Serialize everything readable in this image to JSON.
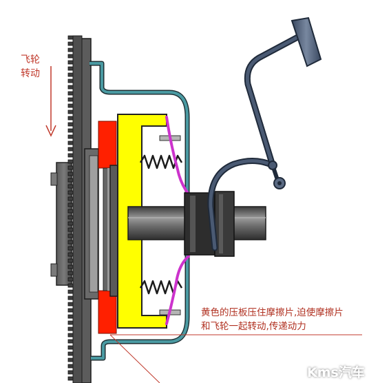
{
  "flywheel": {
    "label_line1": "飞轮",
    "label_line2": "转动"
  },
  "caption": {
    "line1": "黄色的压板压住摩擦片,迫使摩擦片",
    "line2": "和飞轮一起转动,传递动力"
  },
  "watermark": "Kms汽车",
  "colors": {
    "pressure_plate": "#ffff00",
    "friction_disc": "#ff2000",
    "housing": "#4a9aa2",
    "diaphragm": "#cc33cc",
    "shaft": "#555555",
    "pedal": "#4a5a73",
    "text": "#c0392b"
  }
}
